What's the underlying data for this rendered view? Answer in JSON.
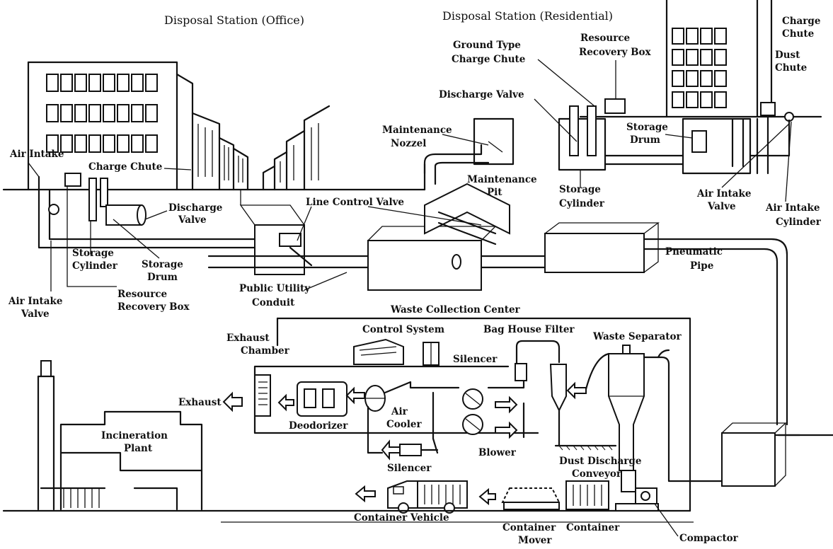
{
  "titles": {
    "office": "Disposal Station (Office)",
    "residential": "Disposal Station (Residential)",
    "center": "Waste Collection Center"
  },
  "labels": {
    "air_intake": "Air Intake",
    "charge_chute_office": "Charge Chute",
    "discharge_valve_office_1": "Discharge",
    "discharge_valve_office_2": "Valve",
    "storage_cylinder_office_1": "Storage",
    "storage_cylinder_office_2": "Cylinder",
    "storage_drum_office_1": "Storage",
    "storage_drum_office_2": "Drum",
    "resource_box_office_1": "Resource",
    "resource_box_office_2": "Recovery Box",
    "air_intake_valve_office_1": "Air Intake",
    "air_intake_valve_office_2": "Valve",
    "line_control_valve": "Line Control Valve",
    "public_utility_1": "Public Utility",
    "public_utility_2": "Conduit",
    "ground_chute_1": "Ground Type",
    "ground_chute_2": "Charge Chute",
    "resource_box_res_1": "Resource",
    "resource_box_res_2": "Recovery Box",
    "charge_chute_res_1": "Charge",
    "charge_chute_res_2": "Chute",
    "dust_chute_1": "Dust",
    "dust_chute_2": "Chute",
    "discharge_valve_res": "Discharge Valve",
    "maintenance_nozzle_1": "Maintenance",
    "maintenance_nozzle_2": "Nozzel",
    "maintenance_pit_1": "Maintenance",
    "maintenance_pit_2": "Pit",
    "storage_cylinder_res_1": "Storage",
    "storage_cylinder_res_2": "Cylinder",
    "storage_drum_res_1": "Storage",
    "storage_drum_res_2": "Drum",
    "air_intake_valve_res_1": "Air Intake",
    "air_intake_valve_res_2": "Valve",
    "air_intake_cylinder_1": "Air Intake",
    "air_intake_cylinder_2": "Cylinder",
    "pneumatic_pipe_1": "Pneumatic",
    "pneumatic_pipe_2": "Pipe",
    "control_system": "Control System",
    "bag_house_filter": "Bag House Filter",
    "waste_separator": "Waste Separator",
    "exhaust_chamber_1": "Exhaust",
    "exhaust_chamber_2": "Chamber",
    "silencer_top": "Silencer",
    "exhaust": "Exhaust",
    "deodorizer": "Deodorizer",
    "air_cooler_1": "Air",
    "air_cooler_2": "Cooler",
    "blower": "Blower",
    "silencer_bottom": "Silencer",
    "incineration_1": "Incineration",
    "incineration_2": "Plant",
    "dust_discharge_1": "Dust Discharge",
    "dust_discharge_2": "Conveyor",
    "container_vehicle": "Container Vehicle",
    "container_mover_1": "Container",
    "container_mover_2": "Mover",
    "container": "Container",
    "compactor": "Compactor"
  },
  "icons": {
    "exhaust_arrow": "arrow-left-icon",
    "vehicle_arrow": "arrow-left-icon"
  }
}
